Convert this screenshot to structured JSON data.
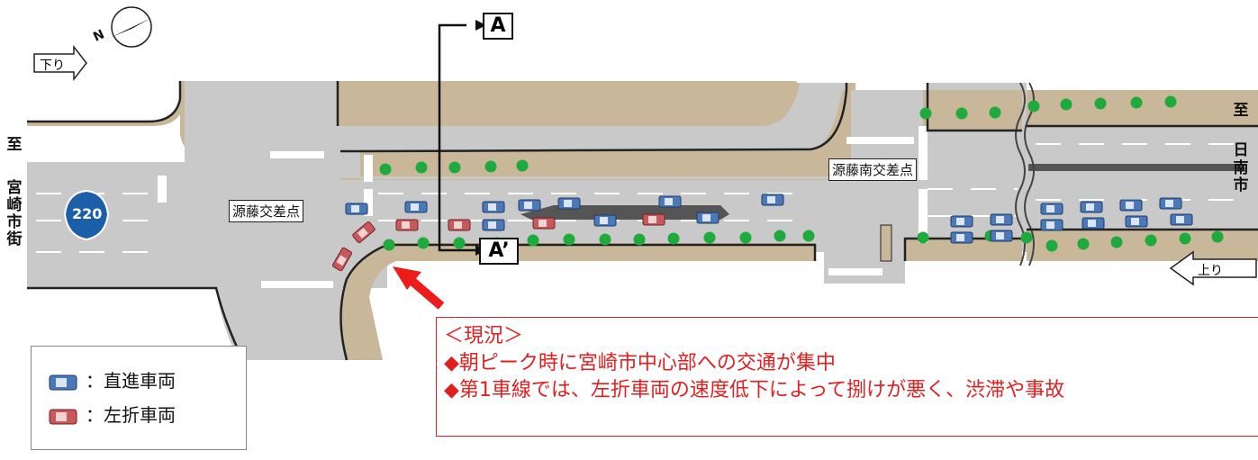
{
  "direction_labels": {
    "down": "下り",
    "up": "上り"
  },
  "destinations": {
    "west_prefix": "至",
    "west_name": [
      "宮",
      "崎",
      "市",
      "街"
    ],
    "east_prefix": "至",
    "east_name": [
      "日",
      "南",
      "市"
    ]
  },
  "route_shield": "220",
  "intersections": {
    "main": "源藤交差点",
    "south": "源藤南交差点"
  },
  "section_marks": {
    "start": "A",
    "end": "A’"
  },
  "legend": {
    "straight": "：直進車両",
    "left_turn": "：左折車両"
  },
  "note": {
    "heading": "＜現況＞",
    "line1": "◆朝ピーク時に宮崎市中心部への交通が集中",
    "line2": "◆第1車線では、左折車両の速度低下によって捌けが悪く、渋滞や事故"
  },
  "colors": {
    "road": "#c9c9c9",
    "sidewalk": "#c9b79a",
    "tree": "#1eaa3c",
    "straight_car": "#4a78b8",
    "left_car": "#c9585a",
    "note_red": "#e02020",
    "arrow_red": "#ee1b1b",
    "shield_blue": "#1a5fa8"
  }
}
